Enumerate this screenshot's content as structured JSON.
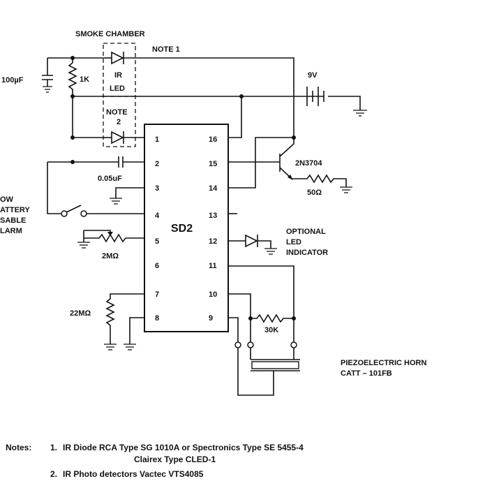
{
  "labels": {
    "smoke_chamber": "SMOKE CHAMBER",
    "note1": "NOTE 1",
    "ir_led_1": "IR",
    "ir_led_2": "LED",
    "note2_1": "NOTE",
    "note2_2": "2",
    "cap_100uf": "100µF",
    "res_1k": "1K",
    "nine_v": "9V",
    "cap_005uf": "0.05uF",
    "res_2m": "2MΩ",
    "res_22m": "22MΩ",
    "transistor": "2N3704",
    "res_50": "50Ω",
    "res_30k": "30K",
    "chip": "SD2",
    "optional_led_1": "OPTIONAL",
    "optional_led_2": "LED",
    "optional_led_3": "INDICATOR",
    "piezo_1": "PIEZOELECTRIC HORN",
    "piezo_2": "CATT – 101FB",
    "low_battery_1": "OW",
    "low_battery_2": "ATTERY",
    "low_battery_3": "SABLE",
    "low_battery_4": "LARM"
  },
  "pins_left": [
    "1",
    "2",
    "3",
    "4",
    "5",
    "6",
    "7",
    "8"
  ],
  "pins_right": [
    "16",
    "15",
    "14",
    "13",
    "12",
    "11",
    "10",
    "9"
  ],
  "notes": {
    "heading": "Notes:",
    "n1_num": "1.",
    "n1_line1": "IR Diode   RCA Type SG 1010A or Spectronics Type SE 5455-4",
    "n1_line2": "Clairex Type CLED-1",
    "n2_num": "2.",
    "n2_line1": "IR Photo detectors   Vactec VTS4085"
  }
}
